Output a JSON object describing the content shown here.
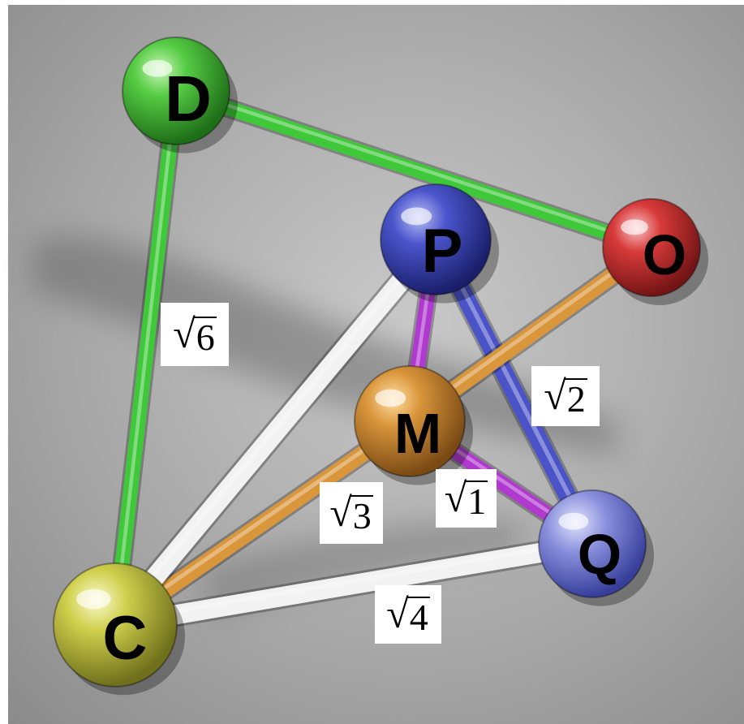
{
  "colors": {
    "green": "#3fc83a",
    "blue": "#4a54c8",
    "red": "#d63a3a",
    "orange": "#d9963a",
    "yellow": "#c8c84a",
    "purple": "#b03ad0",
    "white": "#f2f2f2",
    "background": "#a8a8a8"
  },
  "nodes": {
    "D": {
      "label": "D",
      "color": "green"
    },
    "P": {
      "label": "P",
      "color": "blue"
    },
    "O": {
      "label": "O",
      "color": "red"
    },
    "M": {
      "label": "M",
      "color": "orange"
    },
    "Q": {
      "label": "Q",
      "color": "blue"
    },
    "C": {
      "label": "C",
      "color": "yellow"
    }
  },
  "edges": [
    {
      "from": "D",
      "to": "C",
      "color": "green"
    },
    {
      "from": "D",
      "to": "O",
      "color": "green"
    },
    {
      "from": "P",
      "to": "Q",
      "color": "blue"
    },
    {
      "from": "P",
      "to": "M",
      "color": "purple"
    },
    {
      "from": "M",
      "to": "Q",
      "color": "purple"
    },
    {
      "from": "M",
      "to": "O",
      "color": "orange"
    },
    {
      "from": "C",
      "to": "M",
      "color": "orange"
    },
    {
      "from": "C",
      "to": "P",
      "color": "white"
    },
    {
      "from": "C",
      "to": "Q",
      "color": "white"
    }
  ],
  "edge_labels": {
    "CD": "6",
    "QP": "2",
    "MQ": "1",
    "CM": "3",
    "CQ": "4"
  }
}
